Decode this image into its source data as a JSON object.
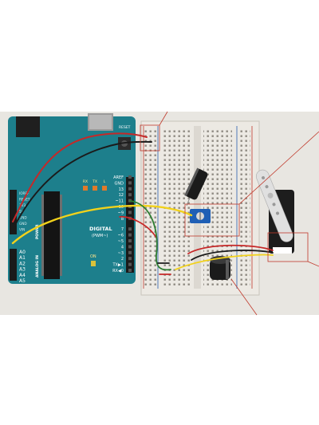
{
  "arduino": {
    "reset_label": "RESET",
    "digital_pins": [
      "AREF",
      "GND",
      "13",
      "12",
      "~11",
      "~10",
      "~9",
      "8",
      "7",
      "~6",
      "~5",
      "4",
      "~3",
      "2",
      "TX▶1",
      "RX◀0"
    ],
    "digital_label": "DIGITAL",
    "pwm_label": "(PWM~)",
    "power_pins": [
      "IOREF",
      "RESET",
      "3V3",
      "5V",
      "GND",
      "GND",
      "VIN"
    ],
    "power_label": "POWER",
    "analog_pins": [
      "A0",
      "A1",
      "A2",
      "A3",
      "A4",
      "A5"
    ],
    "analog_label": "ANALOG IN",
    "leds": [
      "RX",
      "TX",
      "L"
    ],
    "on_label": "ON"
  },
  "colors": {
    "board": "#1d7f8c",
    "wire_red": "#c62828",
    "wire_black": "#1b1b1b",
    "wire_green": "#2e7d32",
    "wire_yellow": "#f2d21b",
    "callout_line": "#c0392b"
  }
}
